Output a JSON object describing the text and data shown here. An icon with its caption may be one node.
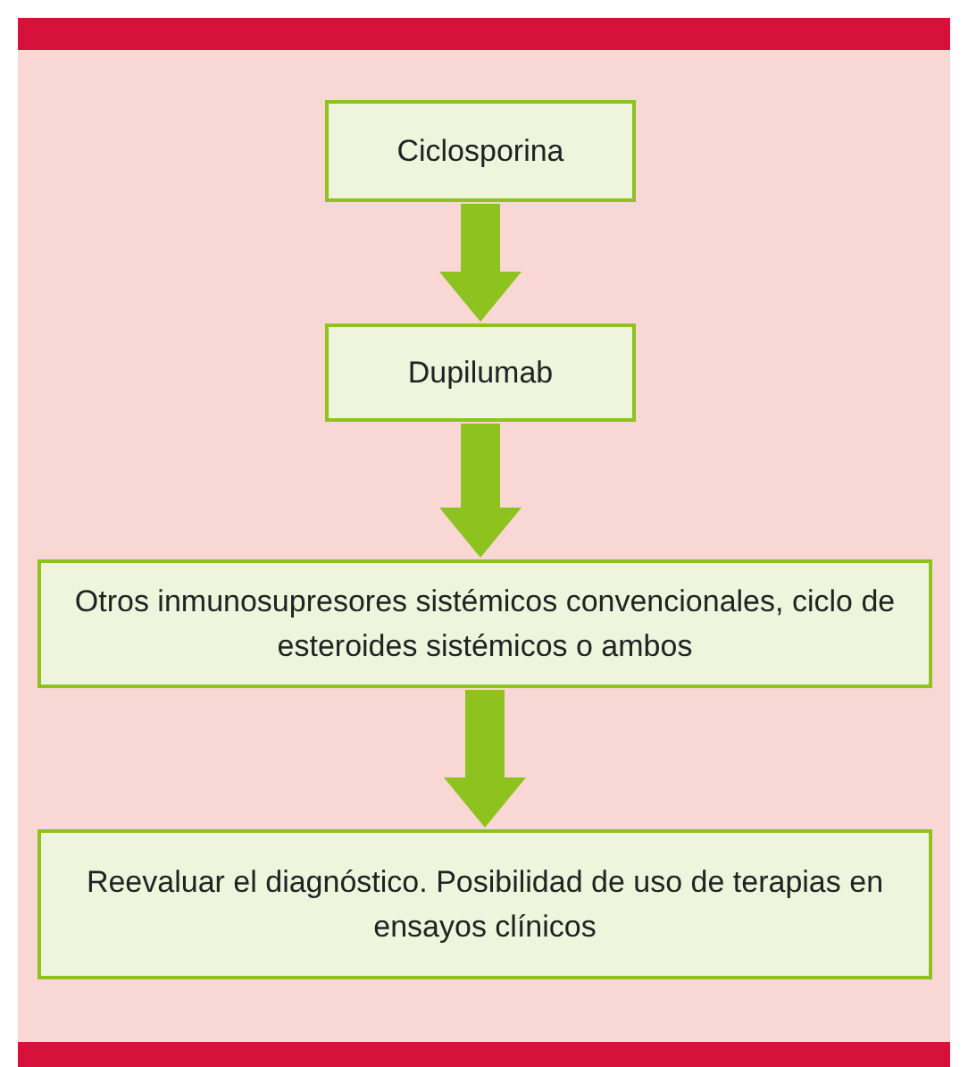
{
  "diagram": {
    "nodes": [
      {
        "text": [
          "Ciclosporina"
        ]
      },
      {
        "text": [
          "Dupilumab"
        ]
      },
      {
        "text": [
          "Otros inmunosupresores sistémicos convencionales, ciclo de esteroides sistémicos o ambos"
        ]
      },
      {
        "text": [
          "Reevaluar el diagnóstico. Posibilidad de uso de terapias en ensayos clínicos"
        ]
      }
    ],
    "edges": [
      {
        "from": 0,
        "to": 1,
        "arrow": "to"
      },
      {
        "from": 1,
        "to": 2,
        "arrow": "to"
      },
      {
        "from": 2,
        "to": 3,
        "arrow": "to"
      }
    ]
  }
}
